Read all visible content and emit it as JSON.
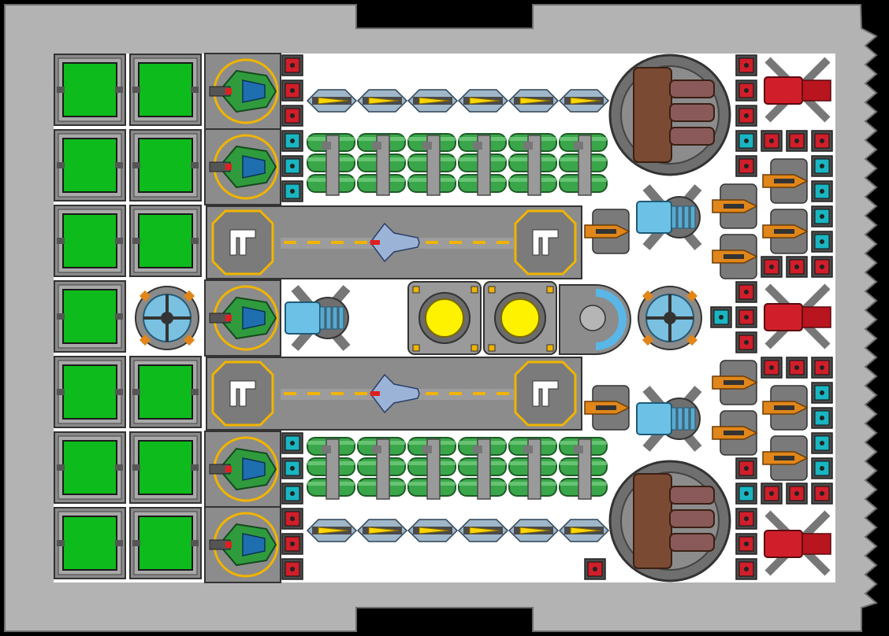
{
  "game": {
    "view": "ship-builder-grid",
    "colors": {
      "hull": "#b3b3b3",
      "hull_edge": "#6e6e6e",
      "background": "#000000",
      "floor": "#ffffff",
      "storage": "#0dbb1c",
      "red_module": "#d01f2a",
      "cyan_module": "#19b6c2",
      "thruster_green": "#2f9b3d",
      "reactor_yellow": "#fff200",
      "runway": "#8c8c8c",
      "runway_stripe": "#f0b400",
      "turret_brown": "#7a4a32",
      "orange_accent": "#e0861a"
    },
    "storage_grid": {
      "rows": 7,
      "cols": 2,
      "empty_cell": {
        "row": 3,
        "col": 1
      }
    },
    "reactors": 2,
    "hangars": 2,
    "big_turrets": 2
  }
}
